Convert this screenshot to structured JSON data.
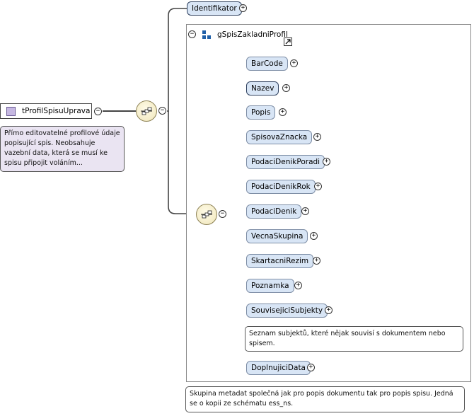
{
  "root": {
    "label": "tProfilSpisuUprava",
    "note": "Přímo editovatelné profilové údaje popisující spis. Neobsahuje vazební data, která se musí ke spisu připojit voláním..."
  },
  "identifikator": {
    "label": "Identifikator"
  },
  "group": {
    "label": "gSpisZakladniProfil",
    "note": "Skupina metadat společná jak pro popis dokumentu tak pro popis spisu. Jedná se o kopii ze schématu ess_ns."
  },
  "elements": [
    {
      "label": "BarCode"
    },
    {
      "label": "Nazev"
    },
    {
      "label": "Popis"
    },
    {
      "label": "SpisovaZnacka"
    },
    {
      "label": "PodaciDenikPoradi"
    },
    {
      "label": "PodaciDenikRok"
    },
    {
      "label": "PodaciDenik"
    },
    {
      "label": "VecnaSkupina"
    },
    {
      "label": "SkartacniRezim"
    },
    {
      "label": "Poznamka"
    },
    {
      "label": "SouvisejiciSubjekty"
    },
    {
      "label": "DoplnujiciData"
    }
  ],
  "souvisejici_note": "Seznam subjektů, které nějak souvisí s dokumentem nebo spisem.",
  "symbols": {
    "expand": "+",
    "collapse": "−"
  },
  "icons": {
    "root": "complex-type-icon",
    "group": "model-group-icon",
    "link": "link-arrow-icon",
    "sequence": "sequence-compositor-icon"
  }
}
